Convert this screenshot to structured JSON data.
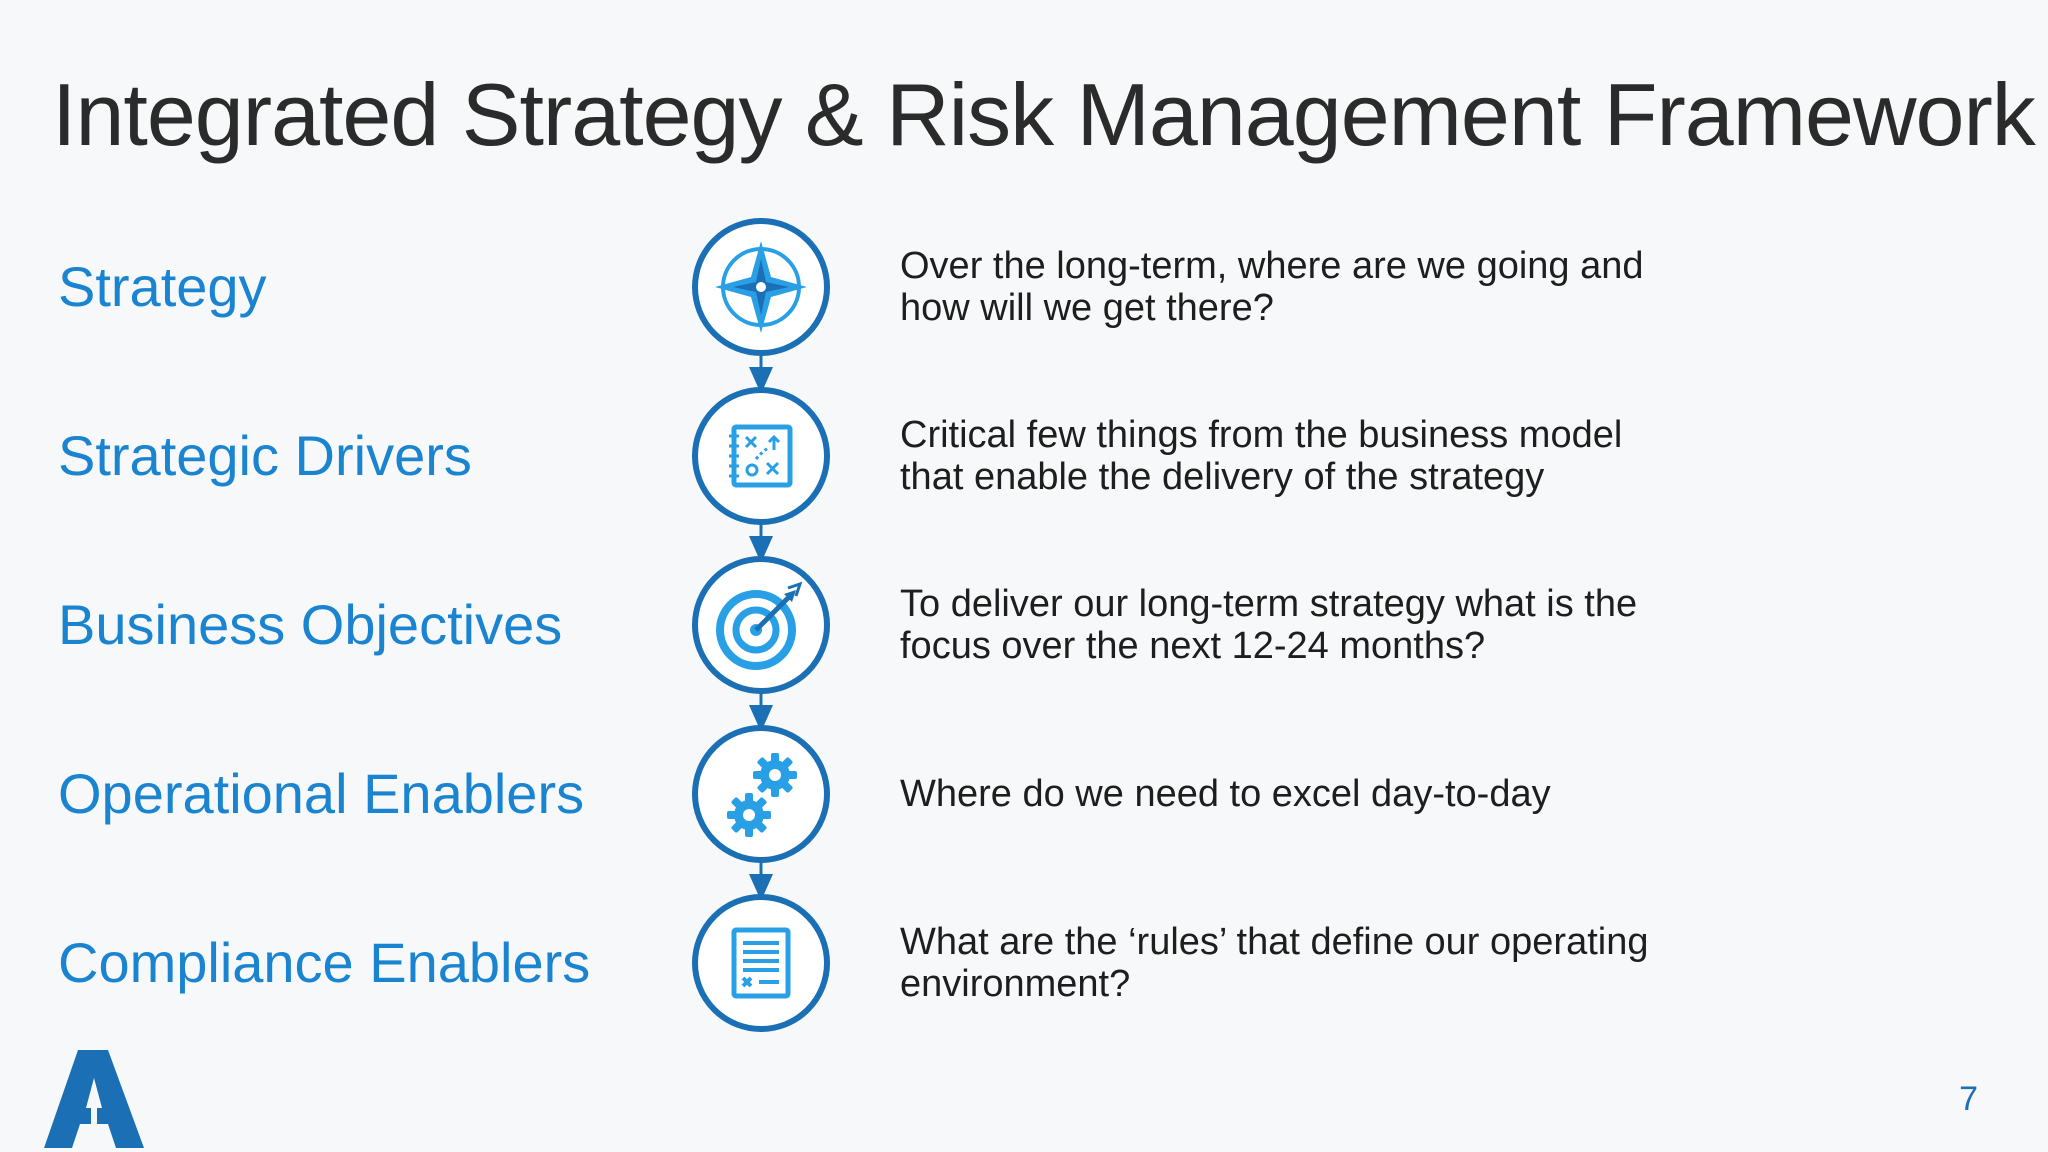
{
  "slide": {
    "title": "Integrated Strategy & Risk Management Framework",
    "page_number": "7",
    "accent_color": "#1a84d0",
    "rows": [
      {
        "label": "Strategy",
        "icon": "compass-icon",
        "description_lines": [
          "Over the long-term, where are we going and",
          "how will we get there?"
        ]
      },
      {
        "label": "Strategic Drivers",
        "icon": "game-plan-icon",
        "description_lines": [
          "Critical few things from the business model",
          "that enable the delivery of the strategy"
        ]
      },
      {
        "label": "Business Objectives",
        "icon": "target-icon",
        "description_lines": [
          "To deliver our long-term strategy what is the",
          "focus over the next 12-24 months?"
        ]
      },
      {
        "label": "Operational Enablers",
        "icon": "gears-icon",
        "description_lines": [
          "Where do we need to excel day-to-day"
        ]
      },
      {
        "label": "Compliance Enablers",
        "icon": "document-checklist-icon",
        "description_lines": [
          "What are the ‘rules’ that define our operating",
          "environment?"
        ]
      }
    ]
  }
}
